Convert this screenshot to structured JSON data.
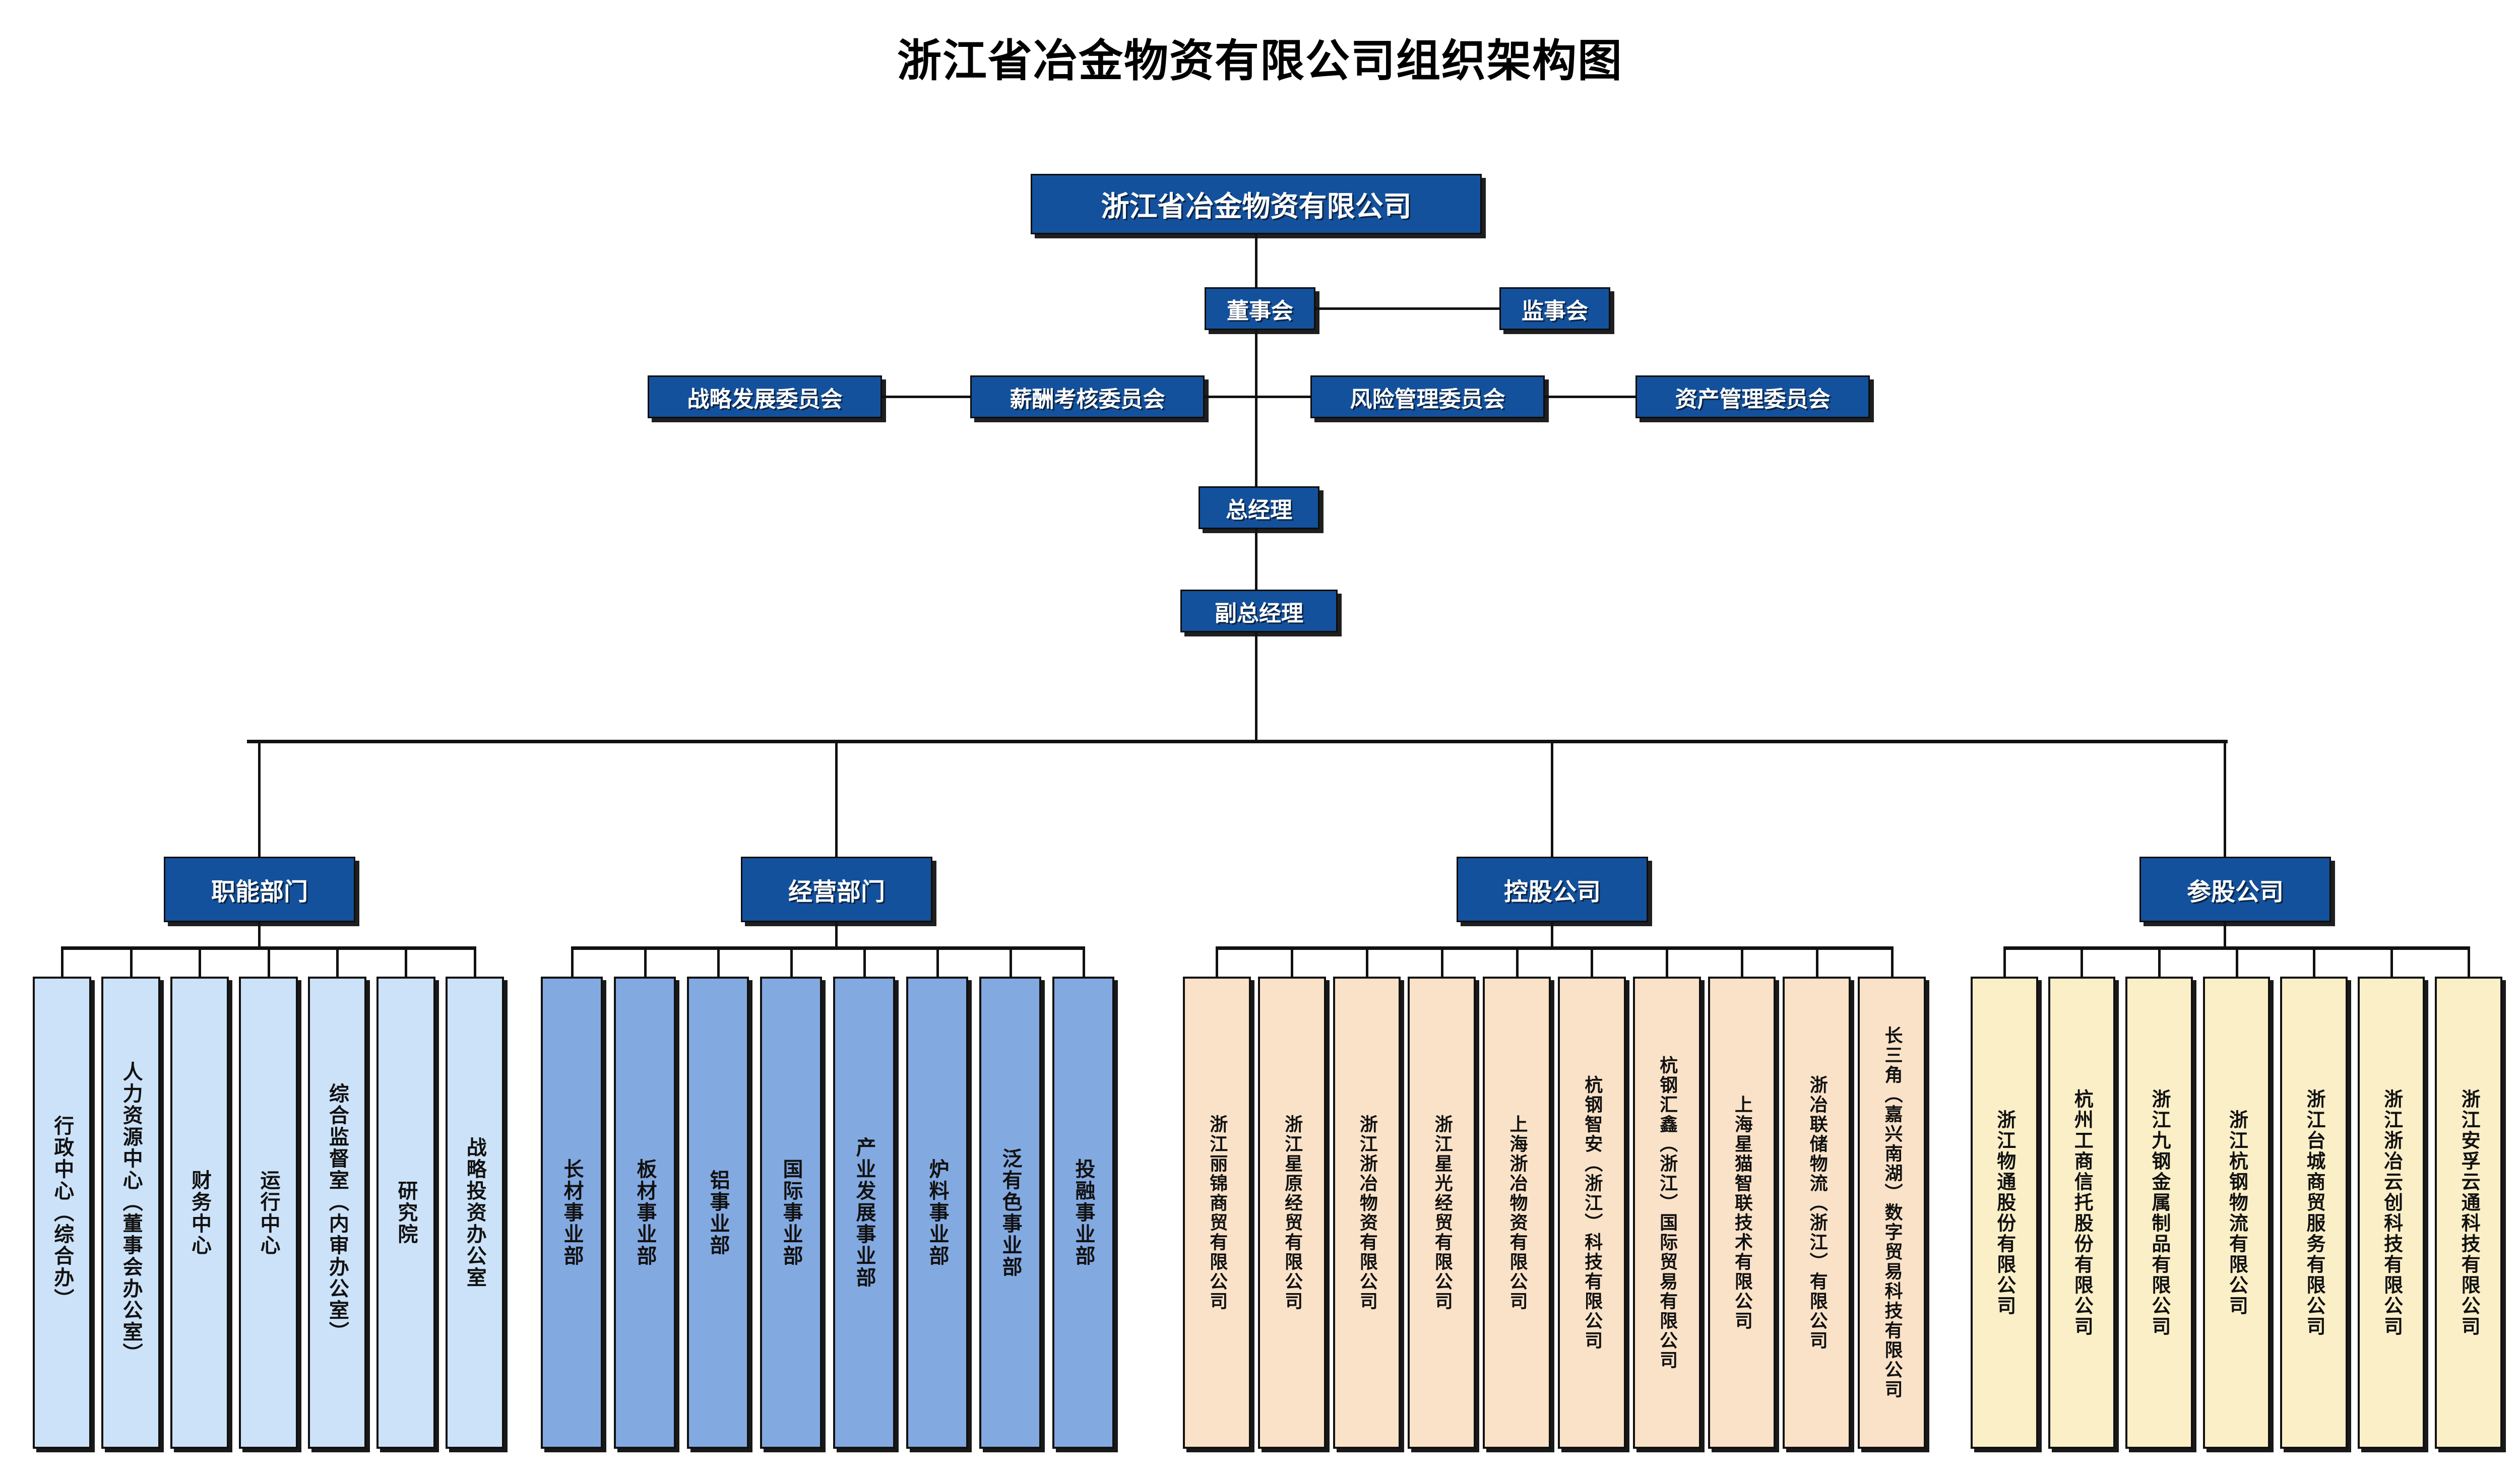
{
  "title": "浙江省冶金物资有限公司组织架构图",
  "chart_data": {
    "type": "diagram",
    "title": "浙江省冶金物资有限公司组织架构图",
    "orientation": "top-down",
    "node_count": 44
  },
  "root": {
    "label": "浙江省冶金物资有限公司"
  },
  "governance": {
    "board": "董事会",
    "supervisors": "监事会"
  },
  "committees": [
    {
      "label": "战略发展委员会"
    },
    {
      "label": "薪酬考核委员会"
    },
    {
      "label": "风险管理委员会"
    },
    {
      "label": "资产管理委员会"
    }
  ],
  "management": {
    "general_manager": "总经理",
    "deputy_general_manager": "副总经理"
  },
  "groups": [
    {
      "key": "functional",
      "header": "职能部门",
      "items": [
        "行政中心（综合办）",
        "人力资源中心（董事会办公室）",
        "财务中心",
        "运行中心",
        "综合监督室（内审办公室）",
        "研究院",
        "战略投资办公室"
      ]
    },
    {
      "key": "business",
      "header": "经营部门",
      "items": [
        "长材事业部",
        "板材事业部",
        "铝事业部",
        "国际事业部",
        "产业发展事业部",
        "炉料事业部",
        "泛有色事业部",
        "投融事业部"
      ]
    },
    {
      "key": "holding",
      "header": "控股公司",
      "items": [
        "浙江丽锦商贸有限公司",
        "浙江星原经贸有限公司",
        "浙江浙冶物资有限公司",
        "浙江星光经贸有限公司",
        "上海浙冶物资有限公司",
        "杭钢智安（浙江）科技有限公司",
        "杭钢汇鑫（浙江）国际贸易有限公司",
        "上海星猫智联技术有限公司",
        "浙冶联储物流（浙江）有限公司",
        "长三角（嘉兴南湖）数字贸易科技有限公司"
      ]
    },
    {
      "key": "participating",
      "header": "参股公司",
      "items": [
        "浙江物通股份有限公司",
        "杭州工商信托股份有限公司",
        "浙江九钢金属制品有限公司",
        "浙江杭钢物流有限公司",
        "浙江台城商贸服务有限公司",
        "浙江浙冶云创科技有限公司",
        "浙江安孚云通科技有限公司"
      ]
    }
  ],
  "colors": {
    "navy": "#14519C",
    "functional": "#CCE2F8",
    "business": "#83A9E1",
    "holding": "#FAE2C8",
    "participating": "#FBEFC8",
    "line": "#111111"
  }
}
